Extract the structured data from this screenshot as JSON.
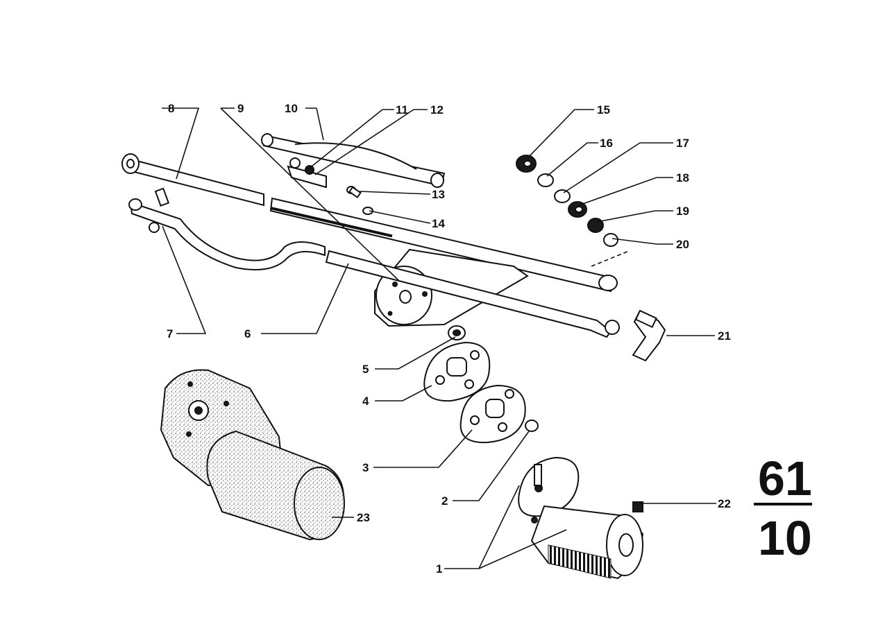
{
  "diagram": {
    "callouts": [
      {
        "id": "1",
        "text": "1"
      },
      {
        "id": "2",
        "text": "2"
      },
      {
        "id": "3",
        "text": "3"
      },
      {
        "id": "4",
        "text": "4"
      },
      {
        "id": "5",
        "text": "5"
      },
      {
        "id": "6",
        "text": "6"
      },
      {
        "id": "7",
        "text": "7"
      },
      {
        "id": "8",
        "text": "8"
      },
      {
        "id": "9",
        "text": "9"
      },
      {
        "id": "10",
        "text": "10"
      },
      {
        "id": "11",
        "text": "11"
      },
      {
        "id": "12",
        "text": "12"
      },
      {
        "id": "13",
        "text": "13"
      },
      {
        "id": "14",
        "text": "14"
      },
      {
        "id": "15",
        "text": "15"
      },
      {
        "id": "16",
        "text": "16"
      },
      {
        "id": "17",
        "text": "17"
      },
      {
        "id": "18",
        "text": "18"
      },
      {
        "id": "19",
        "text": "19"
      },
      {
        "id": "20",
        "text": "20"
      },
      {
        "id": "21",
        "text": "21"
      },
      {
        "id": "22",
        "text": "22"
      },
      {
        "id": "23",
        "text": "23"
      }
    ],
    "section": {
      "top": "61",
      "bottom": "10"
    }
  }
}
